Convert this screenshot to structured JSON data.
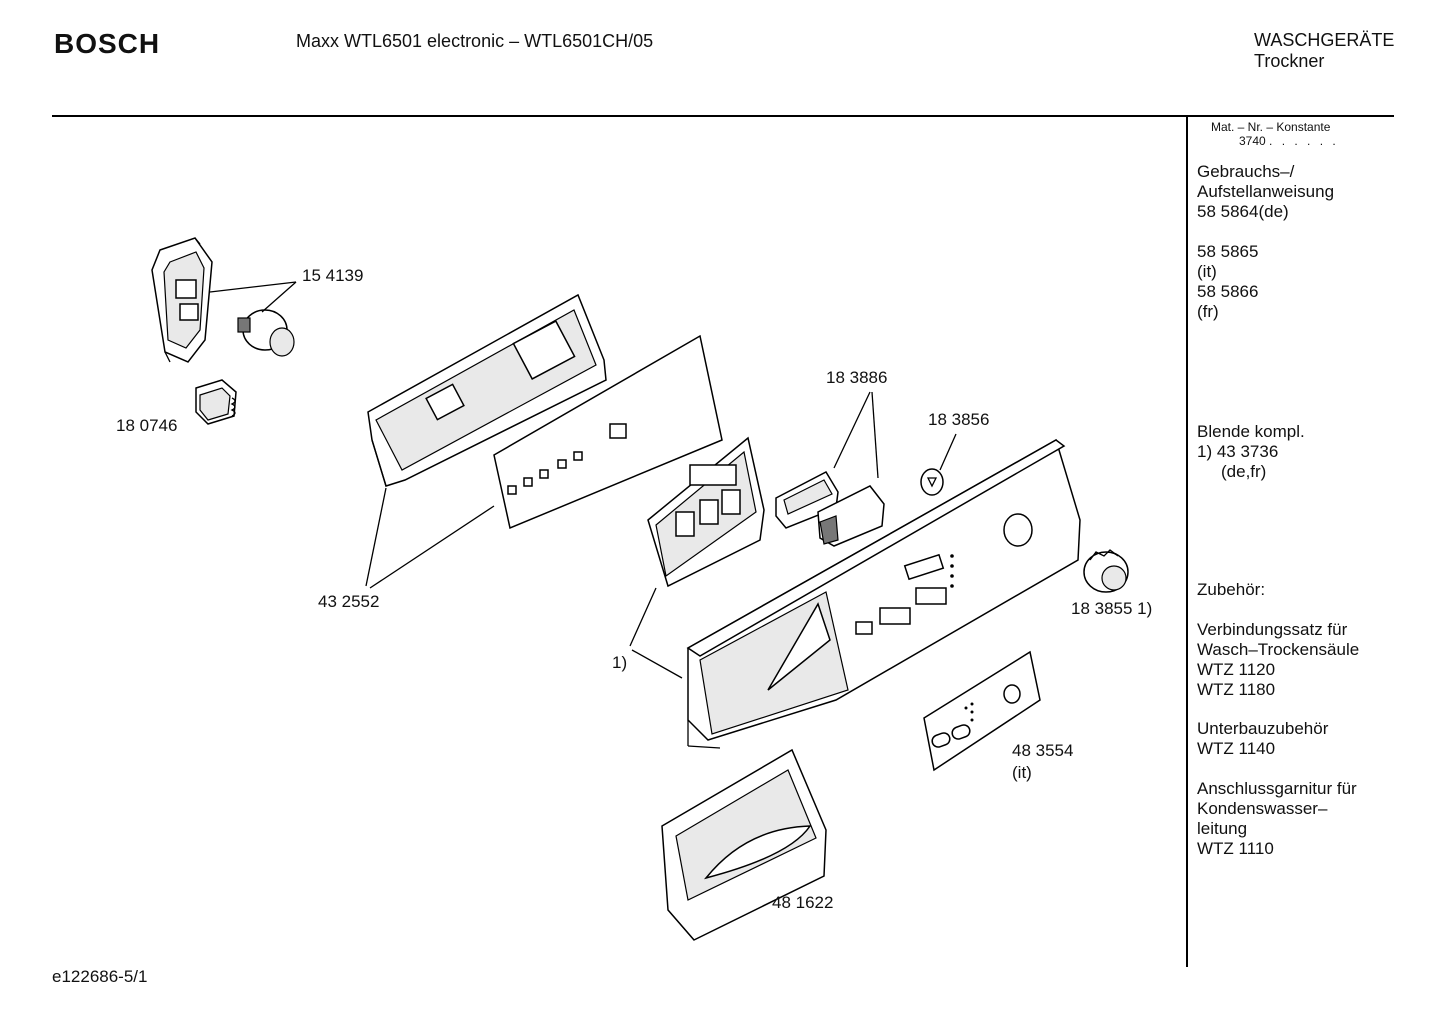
{
  "header": {
    "brand": "BOSCH",
    "title": "Maxx WTL6501 electronic –  WTL6501CH/05",
    "category_line1": "WASCHGERÄTE",
    "category_line2": "Trockner"
  },
  "sidebar": {
    "mat_label": "Mat. – Nr. – Konstante",
    "mat_value": "3740",
    "mat_dots": ". . . . . .",
    "manual": [
      "Gebrauchs–/",
      "Aufstellanweisung",
      "58 5864(de)"
    ],
    "manual_it": [
      "58 5865",
      "(it)"
    ],
    "manual_fr": [
      "58 5866",
      "(fr)"
    ],
    "blende": [
      "Blende kompl.",
      "1) 43 3736",
      "(de,fr)"
    ],
    "zubehoer_title": "Zubehör:",
    "zubehoer_1": [
      "Verbindungssatz für",
      "Wasch–Trockensäule",
      "WTZ 1120",
      "WTZ 1180"
    ],
    "zubehoer_2": [
      "Unterbauzubehör",
      "WTZ 1140"
    ],
    "zubehoer_3": [
      "Anschlussgarnitur für",
      "Kondenswasser–",
      "leitung",
      "WTZ 1110"
    ]
  },
  "part_labels": {
    "p154139": "15 4139",
    "p180746": "18 0746",
    "p432552": "43 2552",
    "p183886": "18 3886",
    "p183856": "18 3856",
    "p183855": "18 3855 1)",
    "ref1": "1)",
    "p483554": "48 3554",
    "p483554_note": "(it)",
    "p481622": "48 1622"
  },
  "footer": {
    "code": "e122686-5/1"
  }
}
